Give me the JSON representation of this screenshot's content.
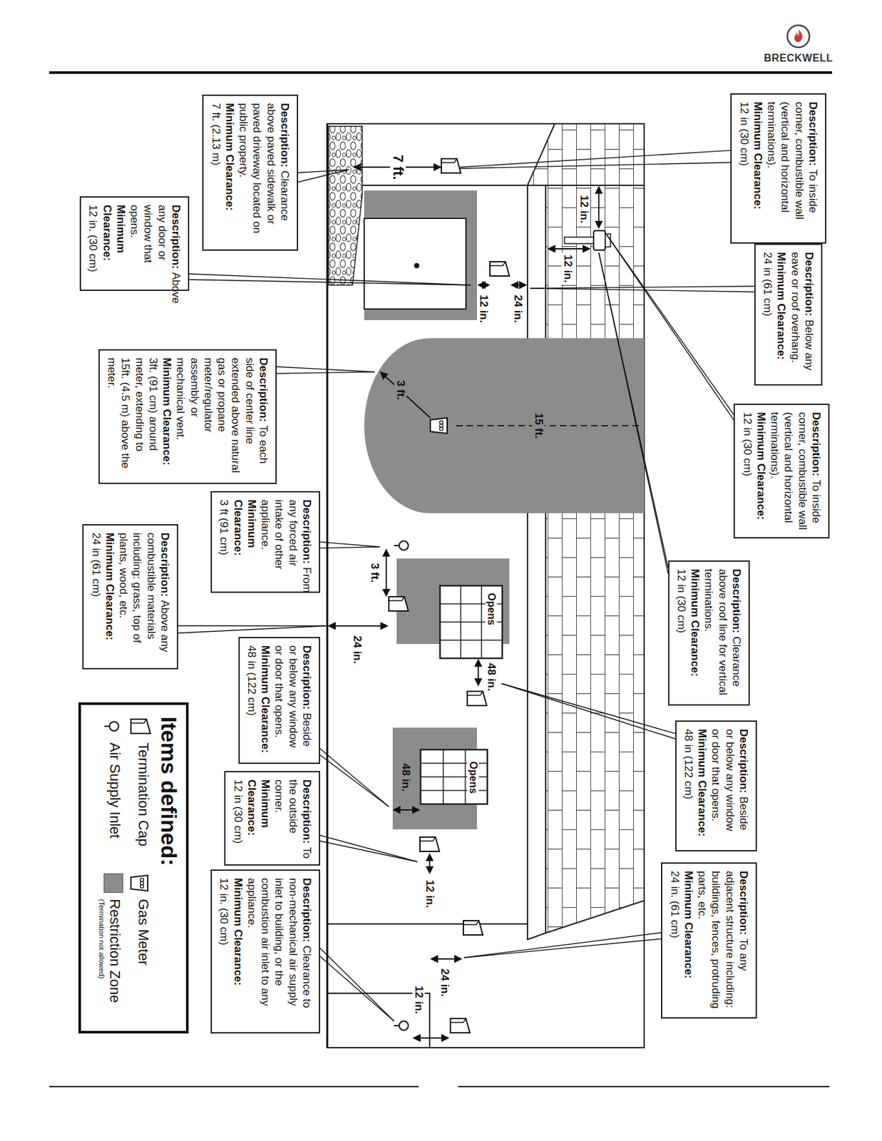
{
  "diagram": {
    "nodes": [
      {
        "text": [
          "Description:",
          "To inside corner, combustible wall (vertical and horizontal terminations).",
          "Minimum Clearance:",
          "12 in (30 cm)"
        ]
      },
      {
        "text": [
          "Description:",
          "Below any eave or roof overhang.",
          "Minimum Clearance:",
          "24 in (61 cm)"
        ]
      },
      {
        "text": [
          "Description:",
          "To inside corner, combustible wall (vertical and horizontal terminations).",
          "Minimum Clearance:",
          "12 in (30 cm)"
        ]
      },
      {
        "text": [
          "Description:",
          "Clearance above roof line for vertical terminations.",
          "Minimum Clearance:",
          "12 in (30 cm)"
        ]
      },
      {
        "text": [
          "Description:",
          "Beside or below any window or door that opens.",
          "Minimum Clearance:",
          "48 in (122 cm)"
        ]
      },
      {
        "text": [
          "Description:",
          "To any adjacent structure including: buildings, fences, protruding parts, etc.",
          "Minimum Clearance:",
          "24 in. (61 cm)"
        ]
      },
      {
        "text": [
          "Description:",
          "Clearance above paved sidewalk or paved driveway located on public property.",
          "Minimum Clearance:",
          "7 ft. (2.13 m)"
        ]
      },
      {
        "text": [
          "Description:",
          "Above any door or window that opens.",
          "Minimum Clearance:",
          "12 in. (30 cm)"
        ]
      },
      {
        "text": [
          "Description:",
          "To each side of center line extended above natural gas or propane meter/regulator assembly or mechanical vent.",
          "Minimum Clearance:",
          "3ft. (91 cm) around meter, extending to 15ft. (4.5 m) above the meter."
        ]
      },
      {
        "text": [
          "Description:",
          "From any forced air intake of other appliance.",
          "Minimum Clearance:",
          "3 ft (91 cm)"
        ]
      },
      {
        "text": [
          "Description:",
          "Above any combustible materials including: grass, top of plants, wood, etc.",
          "Minimum Clearance:",
          "24 in (61 cm)"
        ]
      },
      {
        "text": [
          "Description:",
          "Beside or below any window or door that opens.",
          "Minimum Clearance:",
          "48 in (122 cm)"
        ]
      },
      {
        "text": [
          "Description:",
          "To the outside corner.",
          "Minimum Clearance:",
          "12 in (30 cm)"
        ]
      },
      {
        "text": [
          "Description:",
          "Clearance to non-mechanical air supply inlet to building, or the combustion air inlet to any appliance.",
          "Minimum Clearance:",
          "12 in. (30 cm)"
        ]
      }
    ],
    "labels": [
      "BRECKWELL",
      "7 ft.",
      "12 in.",
      "12 in.",
      "24 in.",
      "12 in.",
      "3 ft.",
      "15 ft.",
      "3 ft.",
      "24 in.",
      "Opens",
      "48 in.",
      "Opens",
      "48 in.",
      "12 in.",
      "24 in.",
      "12 in.",
      "Items defined:",
      "(Termination not allowed)"
    ],
    "legend": [
      {
        "text": "Termination Cap"
      },
      {
        "text": "Gas Meter"
      },
      {
        "text": "Air Supply Inlet"
      },
      {
        "text": "Restriction Zone",
        "color": "#8c8c8c"
      }
    ]
  }
}
